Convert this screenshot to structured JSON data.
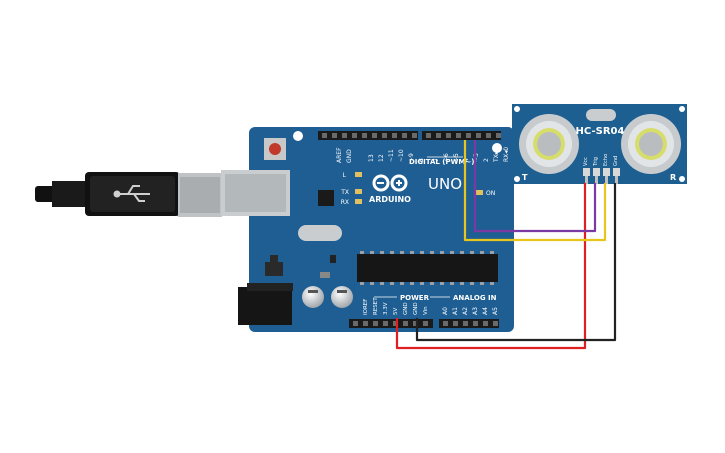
{
  "board": {
    "aref": "AREF",
    "gnd": "GND",
    "digital_pins": [
      "13",
      "12",
      "~11",
      "~10",
      "~9",
      "8",
      "7",
      "~6",
      "~5",
      "4",
      "~3",
      "2",
      "TX▸1",
      "RX◂0"
    ],
    "digital_label": "DIGITAL (PWM~)",
    "led_l": "L",
    "led_tx": "TX",
    "led_rx": "RX",
    "brand": "ARDUINO",
    "model": "UNO",
    "on_label": "ON",
    "power_label": "POWER",
    "analog_label": "ANALOG IN",
    "power_pins": [
      "IOREF",
      "RESET",
      "3.3V",
      "5V",
      "GND",
      "GND",
      "Vin"
    ],
    "analog_pins": [
      "A0",
      "A1",
      "A2",
      "A3",
      "A4",
      "A5"
    ]
  },
  "sensor": {
    "model": "HC-SR04",
    "left_mark": "T",
    "right_mark": "R",
    "pins": [
      "Vcc",
      "Trig",
      "Echo",
      "Gnd"
    ]
  },
  "colors": {
    "board": "#1f5e92",
    "wire_red": "#e02020",
    "wire_black": "#222222",
    "wire_purple": "#7b3aa3",
    "wire_yellow": "#e8c51c"
  }
}
